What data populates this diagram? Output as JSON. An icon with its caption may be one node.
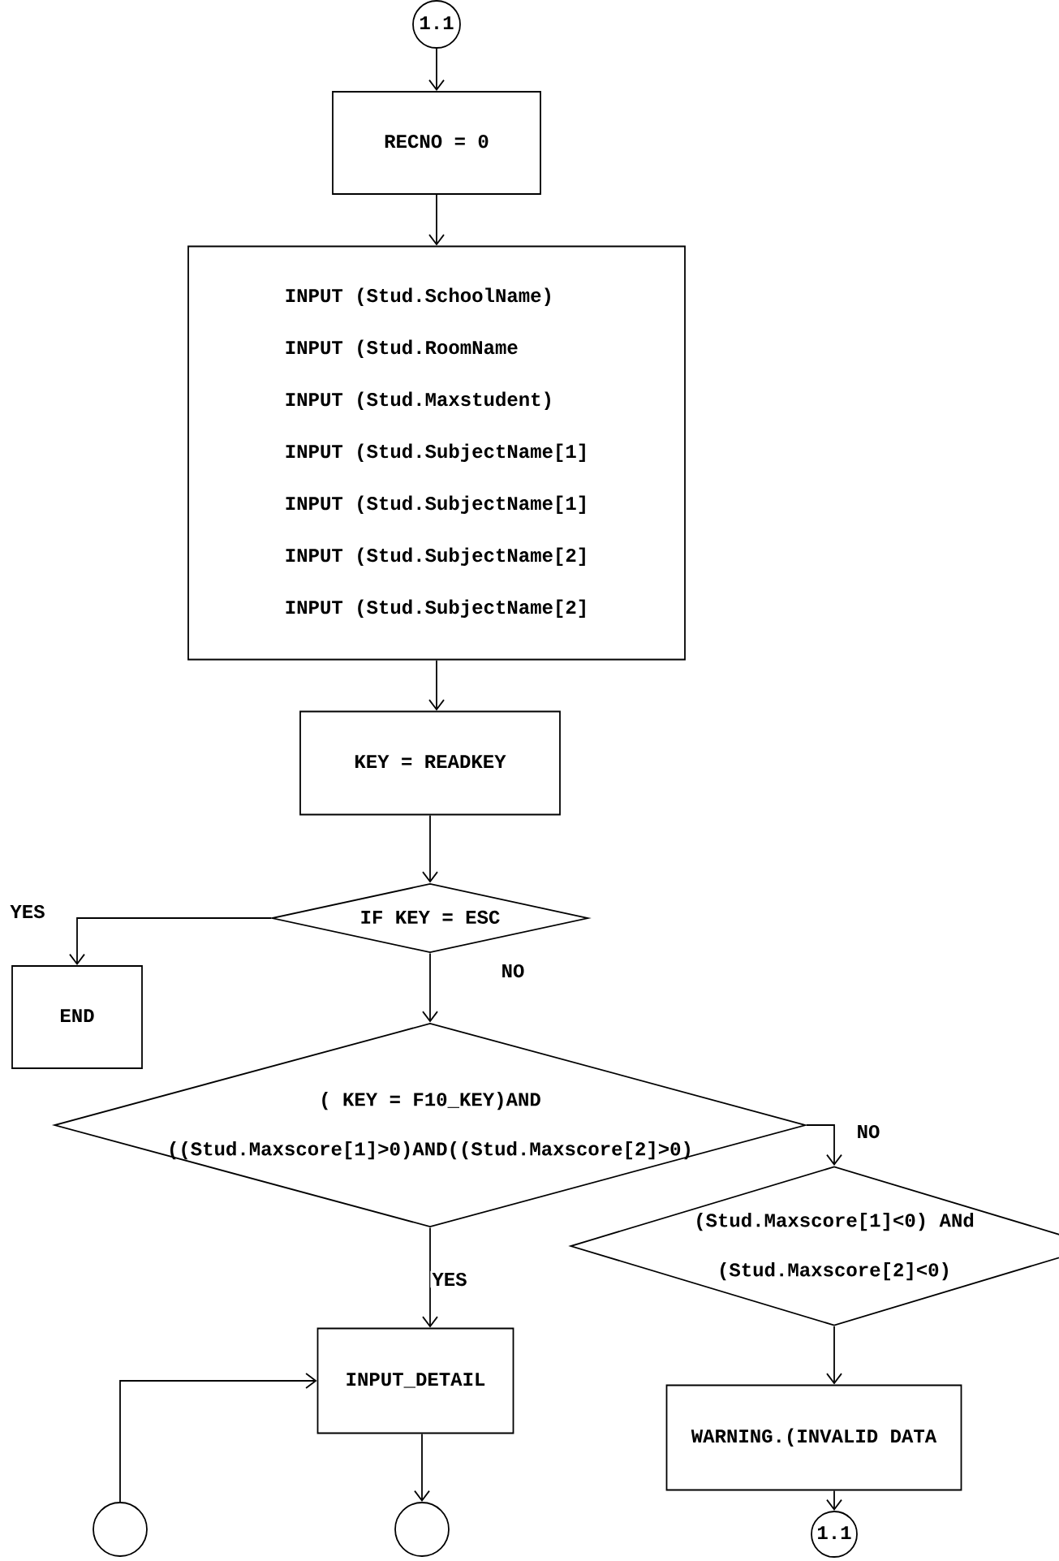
{
  "diagram": {
    "nodes": [
      {
        "text": [
          "1.1"
        ]
      },
      {
        "text": [
          "RECNO = 0"
        ]
      },
      {
        "text": [
          "INPUT (Stud.SchoolName)",
          "INPUT (Stud.RoomName",
          "INPUT (Stud.Maxstudent)",
          "INPUT (Stud.SubjectName[1]",
          "INPUT (Stud.SubjectName[1]",
          "INPUT (Stud.SubjectName[2]",
          "INPUT (Stud.SubjectName[2]"
        ]
      },
      {
        "text": [
          "KEY = READKEY"
        ]
      },
      {
        "text": [
          "IF KEY = ESC"
        ]
      },
      {
        "text": [
          "END"
        ]
      },
      {
        "text": [
          "( KEY = F10_KEY)AND",
          "((Stud.Maxscore[1]>0)AND((Stud.Maxscore[2]>0)"
        ]
      },
      {
        "text": [
          "(Stud.Maxscore[1]<0) ANd",
          "(Stud.Maxscore[2]<0)"
        ]
      },
      {
        "text": [
          "INPUT_DETAIL"
        ]
      },
      {
        "text": [
          "WARNING.(INVALID DATA"
        ]
      },
      {
        "text": [],
        "shape": "circle"
      },
      {
        "text": [],
        "shape": "circle"
      },
      {
        "text": [
          "1.1"
        ]
      }
    ],
    "edges": [
      {
        "from": 0,
        "to": 1,
        "arrow": "to"
      },
      {
        "from": 1,
        "to": 2,
        "arrow": "to"
      },
      {
        "from": 2,
        "to": 3,
        "arrow": "to"
      },
      {
        "from": 3,
        "to": 4,
        "arrow": "to"
      },
      {
        "from": 4,
        "to": 5,
        "arrow": "to",
        "label": "YES"
      },
      {
        "from": 4,
        "to": 6,
        "arrow": "to",
        "label": "NO"
      },
      {
        "from": 6,
        "to": 7,
        "arrow": "to",
        "label": "NO"
      },
      {
        "from": 6,
        "to": 8,
        "arrow": "to",
        "label": "YES"
      },
      {
        "from": 7,
        "to": 9,
        "arrow": "to"
      },
      {
        "from": 9,
        "to": 12,
        "arrow": "to"
      },
      {
        "from": 10,
        "to": 8,
        "arrow": "to"
      },
      {
        "from": 8,
        "to": 11,
        "arrow": "to"
      }
    ]
  }
}
